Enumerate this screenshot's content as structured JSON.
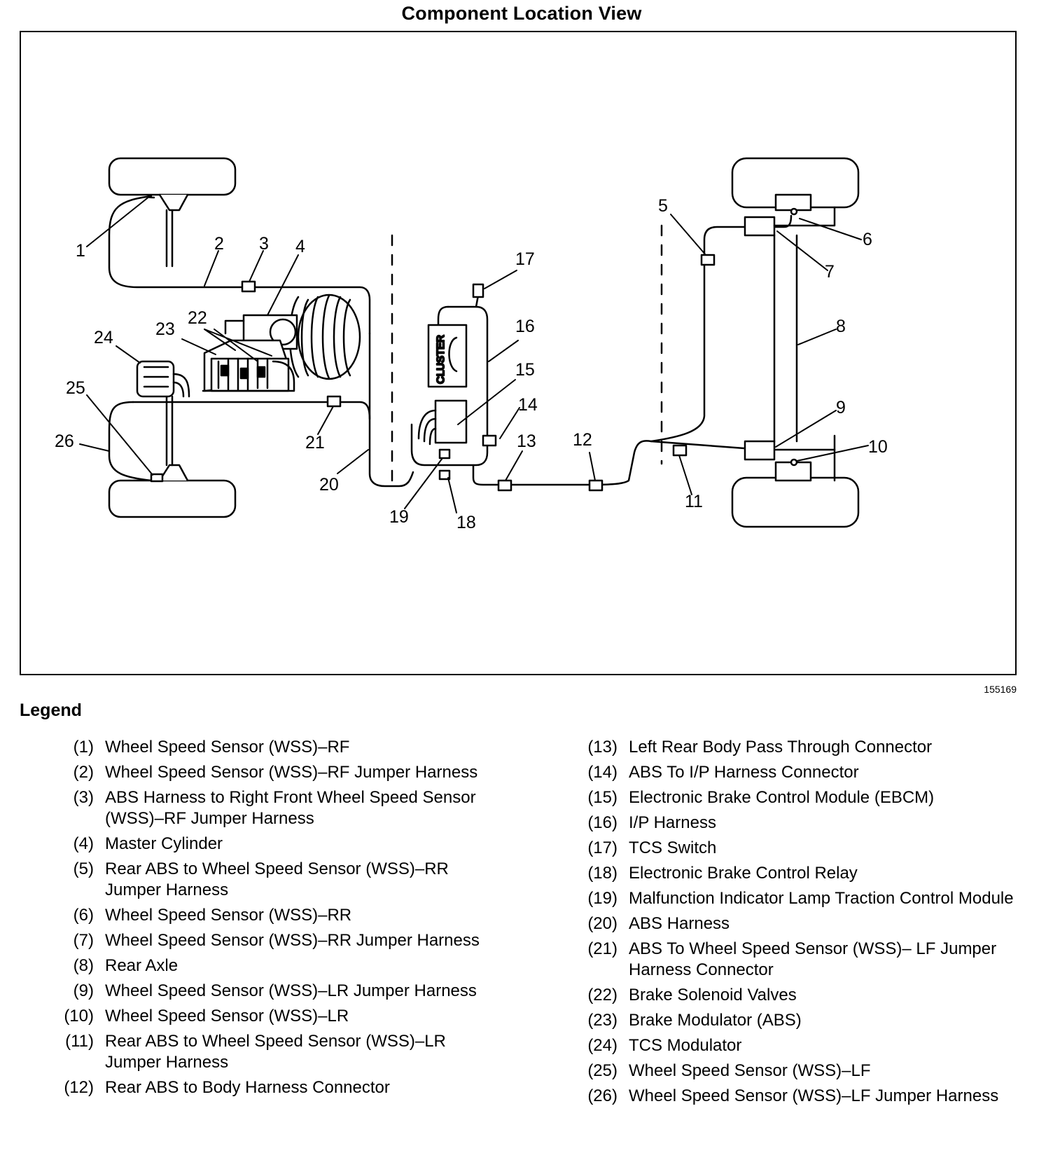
{
  "title": "Component Location View",
  "figure_id": "155169",
  "diagram": {
    "cluster_label": "CLUSTER",
    "callouts": [
      "1",
      "2",
      "3",
      "4",
      "5",
      "6",
      "7",
      "8",
      "9",
      "10",
      "11",
      "12",
      "13",
      "14",
      "15",
      "16",
      "17",
      "18",
      "19",
      "20",
      "21",
      "22",
      "23",
      "24",
      "25",
      "26"
    ]
  },
  "legend": {
    "title": "Legend",
    "left": [
      {
        "num": "(1)",
        "text": "Wheel Speed Sensor (WSS)–RF"
      },
      {
        "num": "(2)",
        "text": "Wheel Speed Sensor (WSS)–RF Jumper Harness"
      },
      {
        "num": "(3)",
        "text": "ABS Harness to Right Front Wheel Speed Sensor (WSS)–RF Jumper Harness"
      },
      {
        "num": "(4)",
        "text": "Master Cylinder"
      },
      {
        "num": "(5)",
        "text": "Rear ABS to Wheel Speed Sensor (WSS)–RR Jumper Harness"
      },
      {
        "num": "(6)",
        "text": "Wheel Speed Sensor (WSS)–RR"
      },
      {
        "num": "(7)",
        "text": "Wheel Speed Sensor (WSS)–RR Jumper Harness"
      },
      {
        "num": "(8)",
        "text": "Rear Axle"
      },
      {
        "num": "(9)",
        "text": "Wheel Speed Sensor (WSS)–LR Jumper Harness"
      },
      {
        "num": "(10)",
        "text": "Wheel Speed Sensor (WSS)–LR"
      },
      {
        "num": "(11)",
        "text": "Rear ABS to Wheel Speed Sensor (WSS)–LR Jumper Harness"
      },
      {
        "num": "(12)",
        "text": "Rear ABS to Body Harness Connector"
      }
    ],
    "right": [
      {
        "num": "(13)",
        "text": "Left Rear Body Pass Through Connector"
      },
      {
        "num": "(14)",
        "text": "ABS To I/P Harness Connector"
      },
      {
        "num": "(15)",
        "text": "Electronic Brake Control Module (EBCM)"
      },
      {
        "num": "(16)",
        "text": "I/P Harness"
      },
      {
        "num": "(17)",
        "text": "TCS Switch"
      },
      {
        "num": "(18)",
        "text": "Electronic Brake Control Relay"
      },
      {
        "num": "(19)",
        "text": "Malfunction Indicator Lamp Traction Control Module"
      },
      {
        "num": "(20)",
        "text": "ABS Harness"
      },
      {
        "num": "(21)",
        "text": "ABS To Wheel Speed Sensor (WSS)– LF Jumper Harness Connector"
      },
      {
        "num": "(22)",
        "text": "Brake Solenoid Valves"
      },
      {
        "num": "(23)",
        "text": "Brake Modulator (ABS)"
      },
      {
        "num": "(24)",
        "text": "TCS Modulator"
      },
      {
        "num": "(25)",
        "text": "Wheel Speed Sensor (WSS)–LF"
      },
      {
        "num": "(26)",
        "text": "Wheel Speed Sensor (WSS)–LF Jumper Harness"
      }
    ]
  }
}
